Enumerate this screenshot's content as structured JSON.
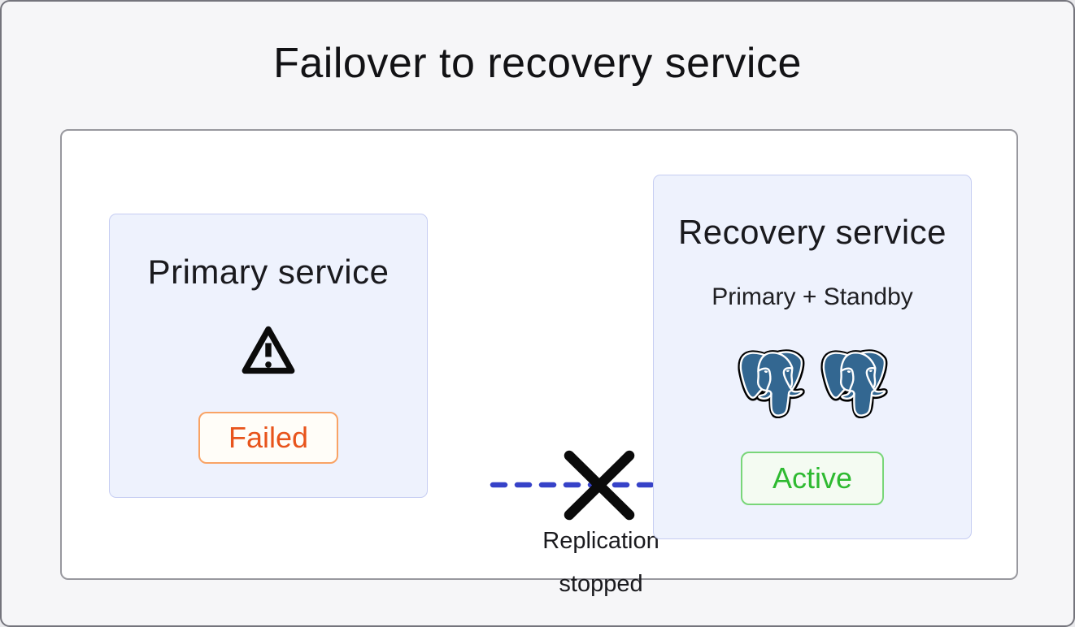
{
  "page": {
    "title": "Failover to recovery service"
  },
  "primary_service": {
    "title": "Primary service",
    "status_label": "Failed",
    "status_state": "failed",
    "icon": "warning-triangle-icon"
  },
  "recovery_service": {
    "title": "Recovery service",
    "subtitle": "Primary + Standby",
    "status_label": "Active",
    "status_state": "active",
    "icon": "postgresql-elephant-icon",
    "database_count": 2
  },
  "replication_link": {
    "label": "Replication stopped",
    "state": "stopped"
  },
  "colors": {
    "canvas_background": "#f6f6f8",
    "canvas_border": "#74747c",
    "panel_background": "#ffffff",
    "panel_border": "#98989e",
    "service_box_background": "#eef2fd",
    "service_box_border": "#c6cdf2",
    "failed_text": "#e8541c",
    "failed_border": "#f9a365",
    "failed_background": "#fffdf8",
    "active_text": "#2eba31",
    "active_border": "#79d679",
    "active_background": "#f4fbf2",
    "replication_line": "#3642c8",
    "cross_mark": "#0b0b0b",
    "postgres_blue": "#336791"
  }
}
